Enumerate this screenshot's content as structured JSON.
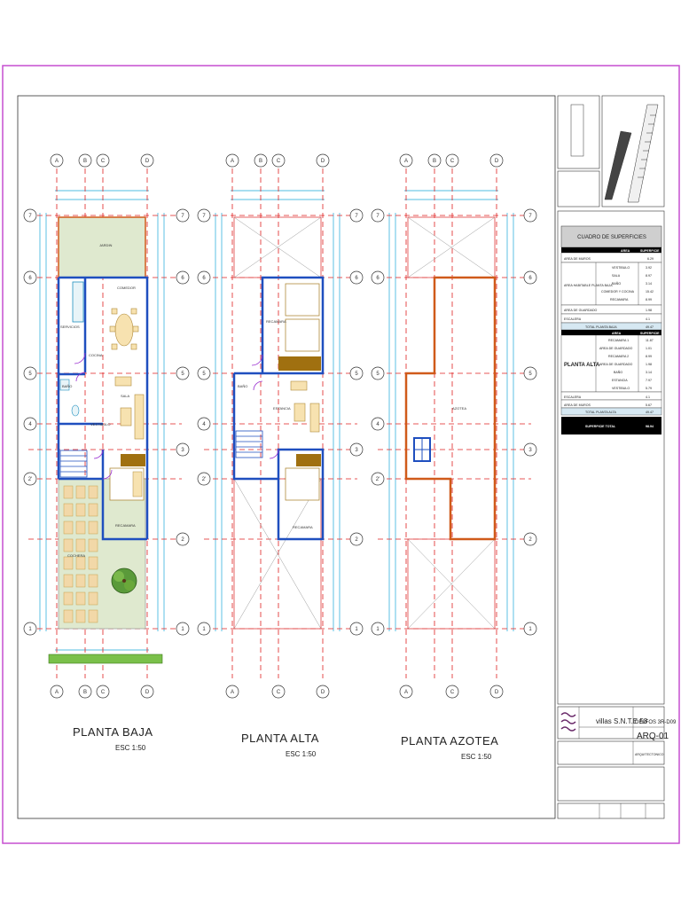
{
  "plans": [
    {
      "title": "PLANTA BAJA",
      "scale": "ESC 1:50"
    },
    {
      "title": "PLANTA ALTA",
      "scale": "ESC 1:50"
    },
    {
      "title": "PLANTA AZOTEA",
      "scale": "ESC 1:50"
    }
  ],
  "axes": {
    "letters": [
      "A",
      "B",
      "C",
      "D"
    ],
    "numbers": [
      "7",
      "6",
      "5",
      "4",
      "3",
      "2'",
      "2",
      "1"
    ]
  },
  "rooms": {
    "jardin": "JARDIN",
    "comedor": "COMEDOR",
    "servicios": "SERVICIOS",
    "cocina": "COCINA",
    "bano": "BAÑO",
    "sala": "SALA",
    "vestibulo": "VESTIBULO",
    "recamara": "RECAMARA",
    "cochera": "COCHERA",
    "estancia": "ESTANCIA",
    "azotea": "AZOTEA"
  },
  "table": {
    "title": "CUADRO DE SUPERFICIES",
    "col_area": "AREA",
    "col_sup": "SUPERFICIE",
    "baja_group": "AREA HABITABLE PLANTA BAJA",
    "alta_group": "PLANTA ALTA",
    "rows_top": [
      {
        "label": "AREA DE MUROS",
        "value": "6.29"
      }
    ],
    "rows_baja": [
      {
        "label": "VESTIBULO",
        "value": "3.92"
      },
      {
        "label": "SALA",
        "value": "8.97"
      },
      {
        "label": "BAÑO",
        "value": "3.14"
      },
      {
        "label": "COMEDOR Y COCINA",
        "value": "15.42"
      },
      {
        "label": "RECAMARA",
        "value": "8.99"
      }
    ],
    "rows_mid": [
      {
        "label": "AREA DE GUARDADO",
        "value": "1.98"
      },
      {
        "label": "ESCALERA",
        "value": "4.1"
      },
      {
        "label": "TOTAL PLANTA BAJA",
        "value": "49.47"
      }
    ],
    "rows_alta": [
      {
        "label": "RECAMARA 1",
        "value": "11.87"
      },
      {
        "label": "AREA DE GUARDADO",
        "value": "1.01"
      },
      {
        "label": "RECAMARA 2",
        "value": "8.99"
      },
      {
        "label": "AREA DE GUARDADO",
        "value": "1.98"
      },
      {
        "label": "BAÑO",
        "value": "3.14"
      },
      {
        "label": "ESTANCIA",
        "value": "7.97"
      },
      {
        "label": "VESTIBULO",
        "value": "5.79"
      }
    ],
    "rows_bottom": [
      {
        "label": "ESCALERA",
        "value": "4.1"
      },
      {
        "label": "AREA DE MUROS",
        "value": "5.67"
      },
      {
        "label": "TOTAL PLANTA ALTA",
        "value": "49.47"
      }
    ],
    "total_label": "SUPERFICIE TOTAL",
    "total_value": "98.94"
  },
  "title_block": {
    "project": "villas S.N.T.E 58",
    "location": "DELFOS 3R-D09",
    "sheet": "ARQ-01",
    "type": "ARQUITECTONICO"
  },
  "colors": {
    "frame": "#c64fd0",
    "wall": "#1f4fbf",
    "axis_line": "#e02020",
    "dim": "#18a8d8",
    "garden_fill": "#dfe9cf",
    "table_header": "#1b3a8a",
    "table_black": "#000000",
    "orange": "#d05a1a"
  }
}
